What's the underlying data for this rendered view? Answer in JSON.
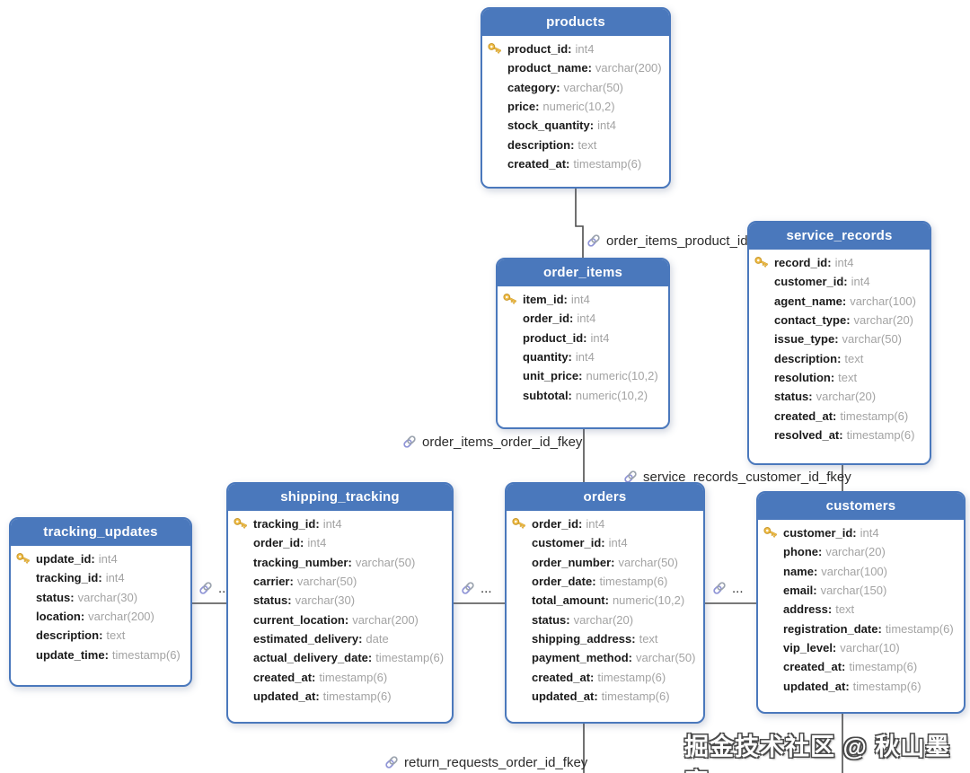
{
  "diagram": {
    "watermark": "掘金技术社区 @ 秋山墨客",
    "colors": {
      "header_blue": "#4a78bc",
      "border_blue": "#4a78bc",
      "field_name": "#1b1b1b",
      "field_type": "#a3a3a3",
      "connector_gray": "#4d4d4d",
      "primary_key_gold": "#f0bc45",
      "link_icon_blue": "#8f94d6"
    },
    "tables": [
      {
        "title": "products",
        "fields": [
          {
            "name": "product_id",
            "type": "int4",
            "key": true
          },
          {
            "name": "product_name",
            "type": "varchar(200)"
          },
          {
            "name": "category",
            "type": "varchar(50)"
          },
          {
            "name": "price",
            "type": "numeric(10,2)"
          },
          {
            "name": "stock_quantity",
            "type": "int4"
          },
          {
            "name": "description",
            "type": "text"
          },
          {
            "name": "created_at",
            "type": "timestamp(6)"
          }
        ]
      },
      {
        "title": "order_items",
        "fields": [
          {
            "name": "item_id",
            "type": "int4",
            "key": true
          },
          {
            "name": "order_id",
            "type": "int4"
          },
          {
            "name": "product_id",
            "type": "int4"
          },
          {
            "name": "quantity",
            "type": "int4"
          },
          {
            "name": "unit_price",
            "type": "numeric(10,2)"
          },
          {
            "name": "subtotal",
            "type": "numeric(10,2)"
          }
        ]
      },
      {
        "title": "service_records",
        "fields": [
          {
            "name": "record_id",
            "type": "int4",
            "key": true
          },
          {
            "name": "customer_id",
            "type": "int4"
          },
          {
            "name": "agent_name",
            "type": "varchar(100)"
          },
          {
            "name": "contact_type",
            "type": "varchar(20)"
          },
          {
            "name": "issue_type",
            "type": "varchar(50)"
          },
          {
            "name": "description",
            "type": "text"
          },
          {
            "name": "resolution",
            "type": "text"
          },
          {
            "name": "status",
            "type": "varchar(20)"
          },
          {
            "name": "created_at",
            "type": "timestamp(6)"
          },
          {
            "name": "resolved_at",
            "type": "timestamp(6)"
          }
        ]
      },
      {
        "title": "shipping_tracking",
        "fields": [
          {
            "name": "tracking_id",
            "type": "int4",
            "key": true
          },
          {
            "name": "order_id",
            "type": "int4"
          },
          {
            "name": "tracking_number",
            "type": "varchar(50)"
          },
          {
            "name": "carrier",
            "type": "varchar(50)"
          },
          {
            "name": "status",
            "type": "varchar(30)"
          },
          {
            "name": "current_location",
            "type": "varchar(200)"
          },
          {
            "name": "estimated_delivery",
            "type": "date"
          },
          {
            "name": "actual_delivery_date",
            "type": "timestamp(6)"
          },
          {
            "name": "created_at",
            "type": "timestamp(6)"
          },
          {
            "name": "updated_at",
            "type": "timestamp(6)"
          }
        ]
      },
      {
        "title": "orders",
        "fields": [
          {
            "name": "order_id",
            "type": "int4",
            "key": true
          },
          {
            "name": "customer_id",
            "type": "int4"
          },
          {
            "name": "order_number",
            "type": "varchar(50)"
          },
          {
            "name": "order_date",
            "type": "timestamp(6)"
          },
          {
            "name": "total_amount",
            "type": "numeric(10,2)"
          },
          {
            "name": "status",
            "type": "varchar(20)"
          },
          {
            "name": "shipping_address",
            "type": "text"
          },
          {
            "name": "payment_method",
            "type": "varchar(50)"
          },
          {
            "name": "created_at",
            "type": "timestamp(6)"
          },
          {
            "name": "updated_at",
            "type": "timestamp(6)"
          }
        ]
      },
      {
        "title": "customers",
        "fields": [
          {
            "name": "customer_id",
            "type": "int4",
            "key": true
          },
          {
            "name": "phone",
            "type": "varchar(20)"
          },
          {
            "name": "name",
            "type": "varchar(100)"
          },
          {
            "name": "email",
            "type": "varchar(150)"
          },
          {
            "name": "address",
            "type": "text"
          },
          {
            "name": "registration_date",
            "type": "timestamp(6)"
          },
          {
            "name": "vip_level",
            "type": "varchar(10)"
          },
          {
            "name": "created_at",
            "type": "timestamp(6)"
          },
          {
            "name": "updated_at",
            "type": "timestamp(6)"
          }
        ]
      },
      {
        "title": "tracking_updates",
        "fields": [
          {
            "name": "update_id",
            "type": "int4",
            "key": true
          },
          {
            "name": "tracking_id",
            "type": "int4"
          },
          {
            "name": "status",
            "type": "varchar(30)"
          },
          {
            "name": "location",
            "type": "varchar(200)"
          },
          {
            "name": "description",
            "type": "text"
          },
          {
            "name": "update_time",
            "type": "timestamp(6)"
          }
        ]
      }
    ],
    "relationships": [
      {
        "label": "order_items_product_id"
      },
      {
        "label": "order_items_order_id_fkey"
      },
      {
        "label": "service_records_customer_id_fkey"
      },
      {
        "label": "return_requests_order_id_fkey"
      },
      {
        "label": ".."
      },
      {
        "label": "..."
      },
      {
        "label": "..."
      }
    ]
  }
}
